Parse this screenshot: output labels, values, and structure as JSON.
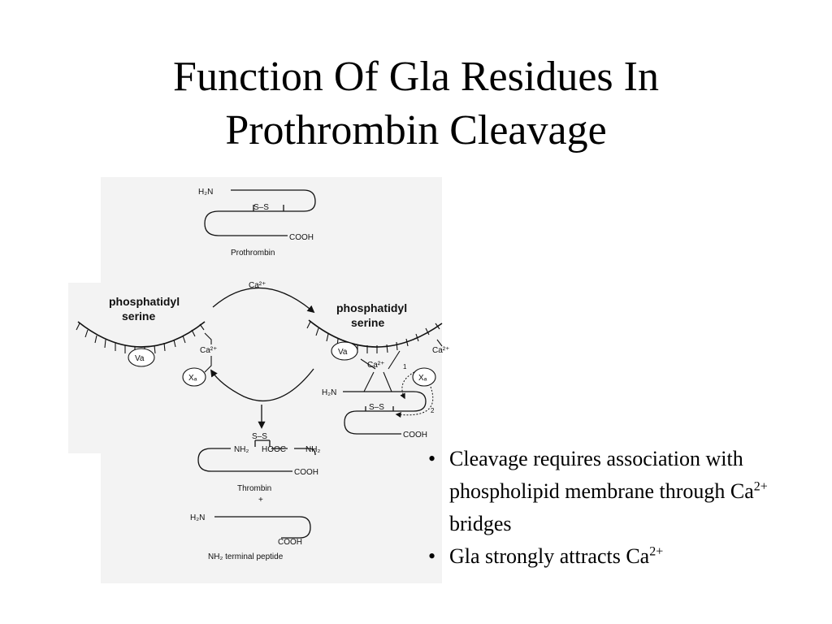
{
  "slide": {
    "title_line1": "Function Of Gla Residues In",
    "title_line2": "Prothrombin Cleavage"
  },
  "figure": {
    "labels": {
      "h2n": "H₂N",
      "ss": "S–S",
      "cooh": "COOH",
      "prothrombin": "Prothrombin",
      "ca2": "Ca²⁺",
      "phosphatidyl": "phosphatidyl",
      "serine": "serine",
      "va": "Va",
      "xa": "Xₐ",
      "nh2": "NH₂",
      "hooc": "HOOC",
      "thrombin": "Thrombin",
      "plus": "+",
      "nh2_terminal_peptide": "NH₂ terminal peptide",
      "step1": "1",
      "step2": "2"
    }
  },
  "bullets": [
    {
      "text": "Cleavage requires association with phospholipid membrane through Ca",
      "sup": "2+",
      "after": " bridges"
    },
    {
      "text": "Gla strongly attracts Ca",
      "sup": "2+",
      "after": ""
    }
  ],
  "bullet_glyph": "•"
}
